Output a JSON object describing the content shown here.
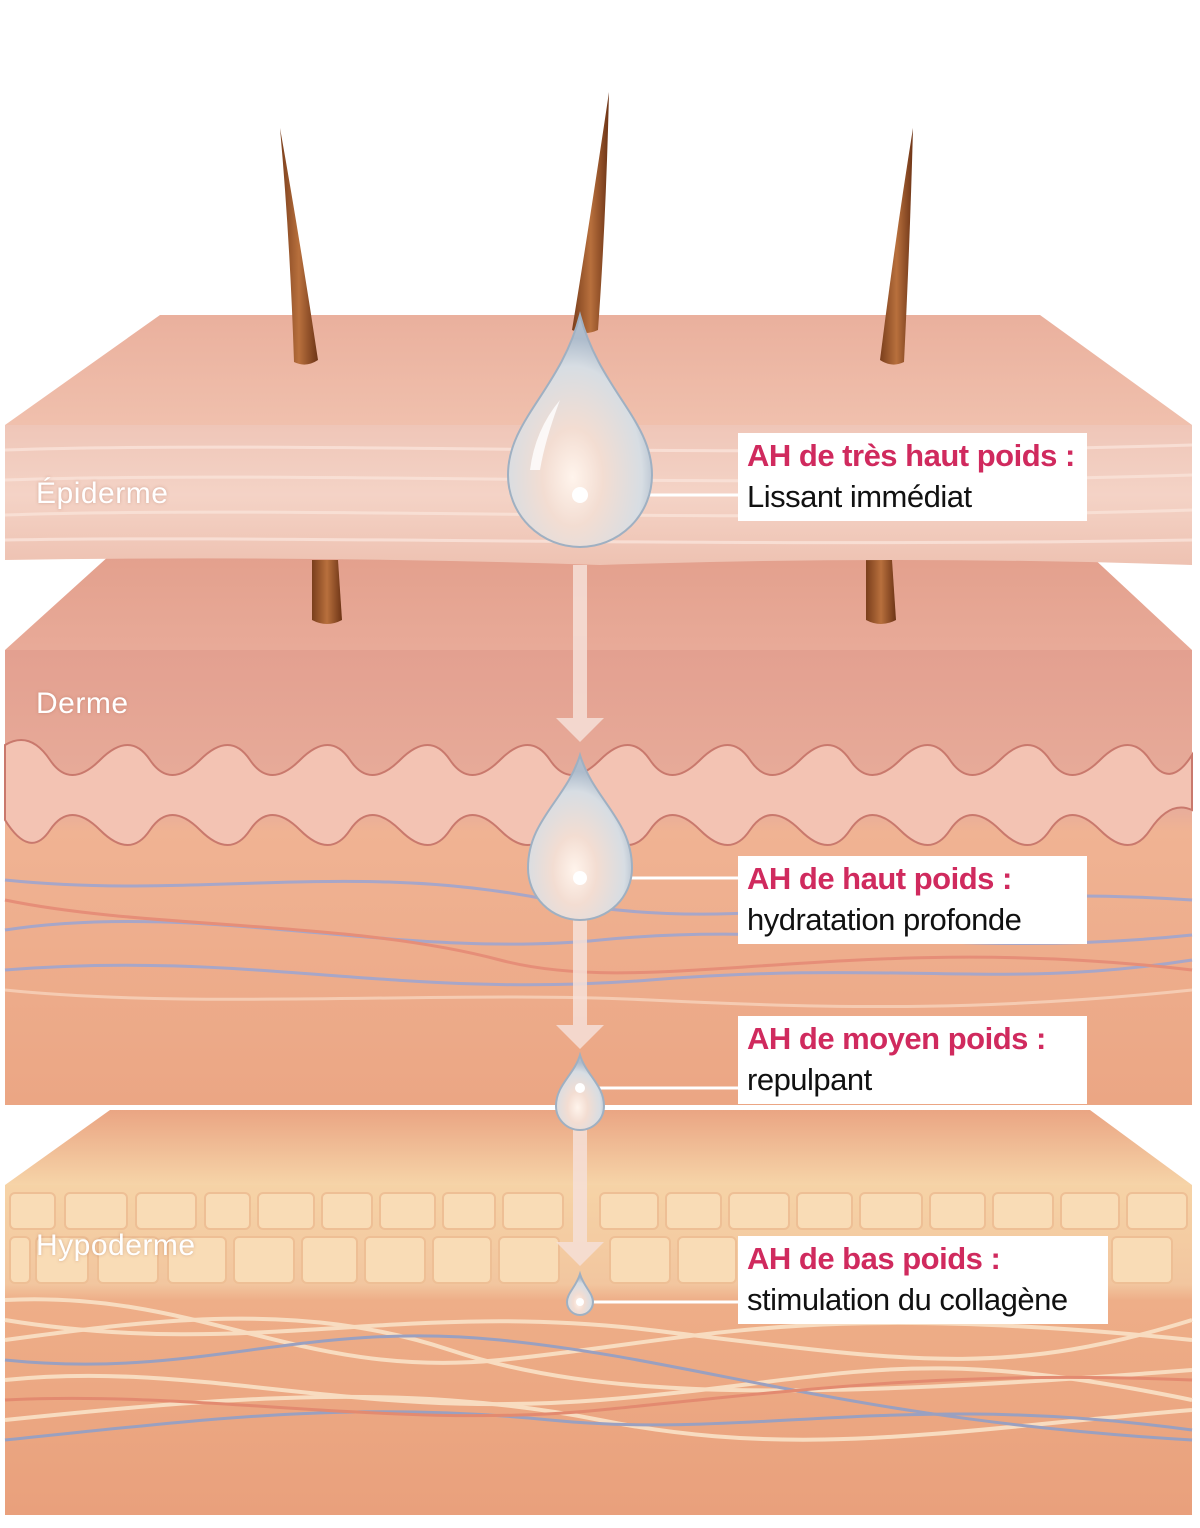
{
  "layers": {
    "epidermis": "Épiderme",
    "dermis": "Derme",
    "hypodermis": "Hypoderme"
  },
  "callouts": [
    {
      "title": "AH de très haut poids :",
      "desc": "Lissant immédiat"
    },
    {
      "title": "AH de haut poids :",
      "desc": "hydratation profonde"
    },
    {
      "title": "AH de moyen poids :",
      "desc": "repulpant"
    },
    {
      "title": "AH de bas poids :",
      "desc": "stimulation du collagène"
    }
  ],
  "colors": {
    "accent": "#d02a5e",
    "epidermis": "#efc3b3",
    "dermis": "#e6a392",
    "hypodermis": "#f4cfa2"
  }
}
